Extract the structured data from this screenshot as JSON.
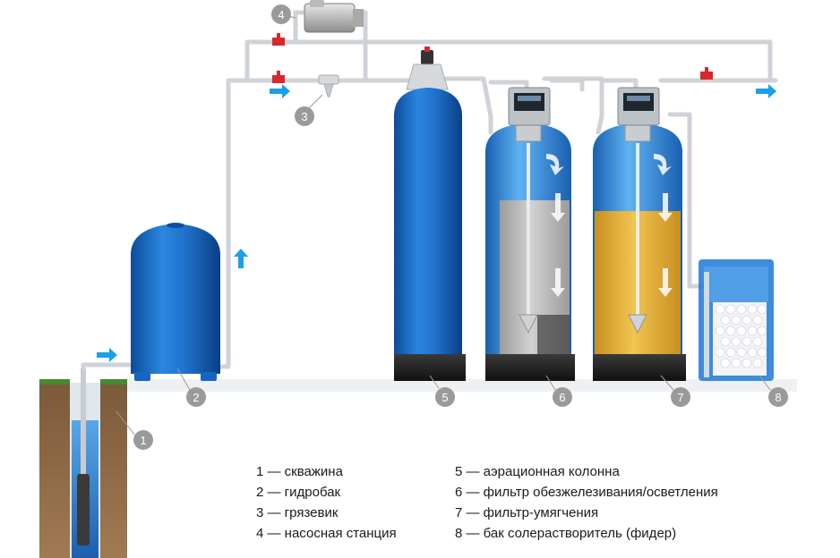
{
  "markers": [
    "1",
    "2",
    "3",
    "4",
    "5",
    "6",
    "7",
    "8"
  ],
  "legend": {
    "left": [
      "1 — скважина",
      "2 — гидробак",
      "3 — грязевик",
      "4 — насосная станция"
    ],
    "right": [
      "5 — аэрационная колонна",
      "6 — фильтр обезжелезивания/осветления",
      "7 — фильтр-умягчения",
      "8 — бак солерастворитель (фидер)"
    ]
  },
  "colors": {
    "tank_blue": "#1e6ec8",
    "water_blue": "#2a8fe0",
    "flow_arrow": "#1aa0e6",
    "pipe": "#cfd3d8",
    "valve_red": "#d8282e",
    "base_black": "#1e1e1e",
    "softener_media": "#e3b03c",
    "iron_media": "#bcbcbc",
    "soil": "#8a6a4a",
    "marker": "#9a9a9a"
  }
}
